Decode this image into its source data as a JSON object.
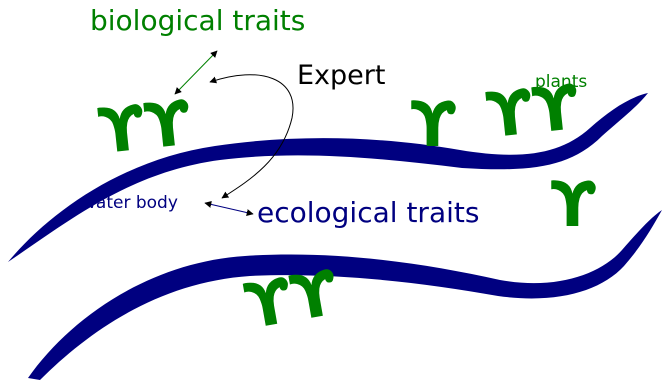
{
  "labels": {
    "biological_traits": "biological traits",
    "expert": "Expert",
    "plants": "plants",
    "water_body": "water body",
    "ecological_traits": "ecological traits"
  },
  "colors": {
    "water": "#000080",
    "plant": "#008000",
    "expert": "#000000",
    "bio_arrow": "#008000",
    "eco_arrow": "#000080",
    "background": "#ffffff"
  },
  "icons": {
    "plant_glyph": "ϒ",
    "plant_double_glyph": "ϒϒ"
  }
}
